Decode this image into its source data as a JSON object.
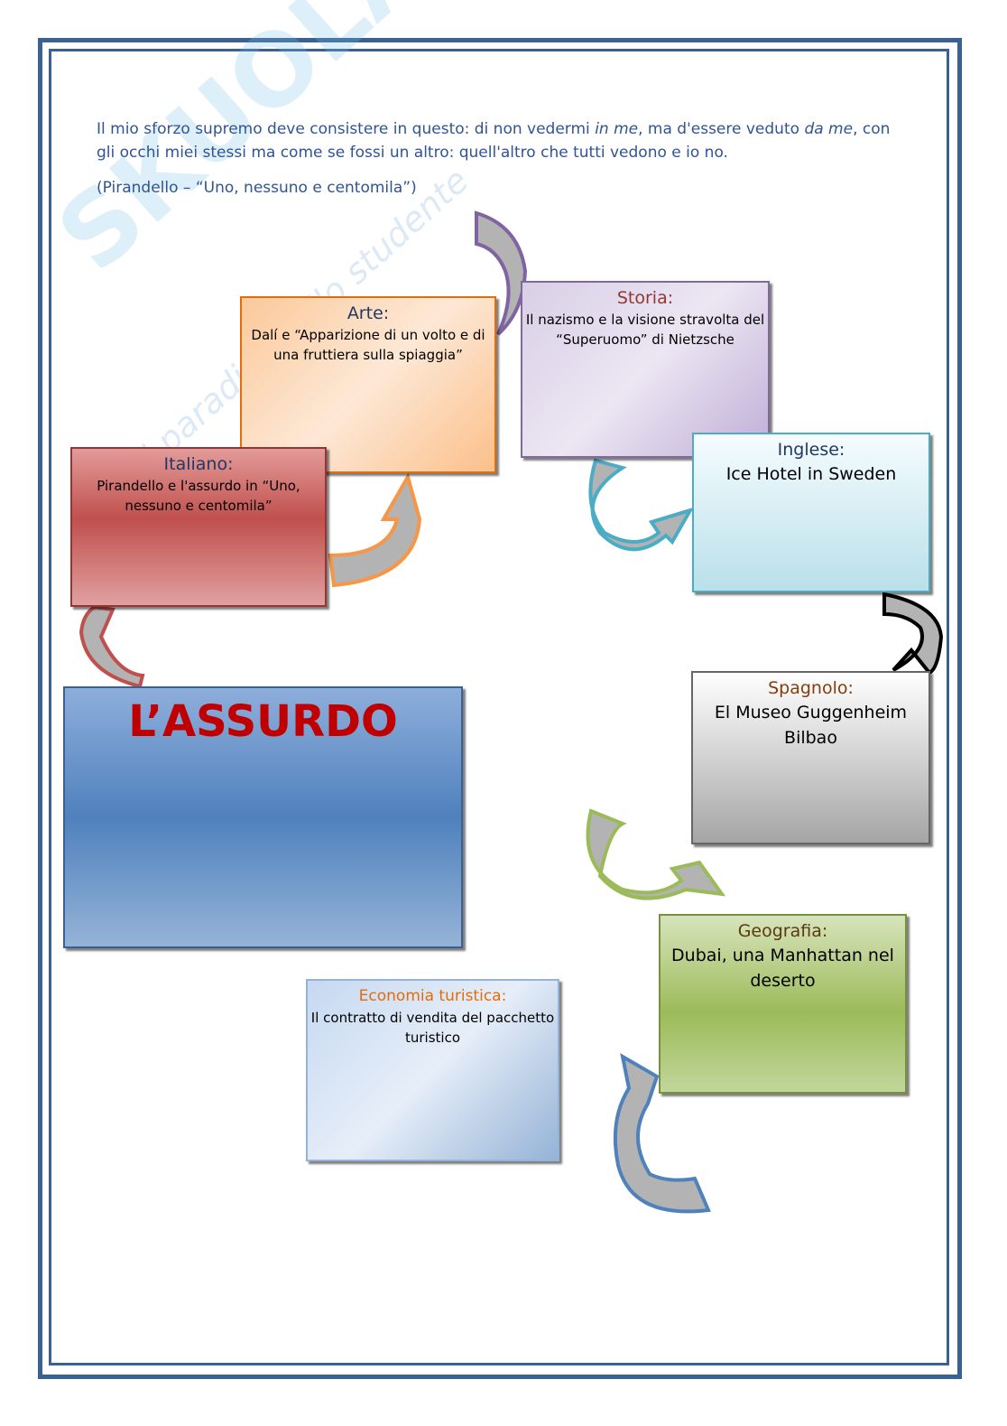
{
  "watermark": {
    "logo": "Skuola.net",
    "tagline": "il paradiso dello studente"
  },
  "quote": {
    "part1": "Il mio sforzo supremo deve consistere in questo: di non vedermi ",
    "em1": "in me",
    "part2": ", ma d'essere veduto ",
    "em2": "da me",
    "part3": ", con gli occhi miei stessi ma come se fossi un altro: quell'altro che tutti vedono e io no.",
    "citation": "(Pirandello – “Uno, nessuno e centomila”)"
  },
  "center": {
    "title": "L’ASSURDO"
  },
  "boxes": {
    "arte": {
      "title": "Arte:",
      "text": "Dalí e “Apparizione di un volto e di una fruttiera sulla spiaggia”"
    },
    "storia": {
      "title": "Storia:",
      "text": "Il nazismo e la visione stravolta del “Superuomo” di Nietzsche"
    },
    "italiano": {
      "title": "Italiano:",
      "text": "Pirandello e l'assurdo in “Uno, nessuno e centomila”"
    },
    "inglese": {
      "title": "Inglese:",
      "text": "Ice Hotel in Sweden"
    },
    "spagnolo": {
      "title": "Spagnolo:",
      "text": "El Museo Guggenheim Bilbao"
    },
    "geografia": {
      "title": "Geografia:",
      "text": "Dubai, una Manhattan nel deserto"
    },
    "economia": {
      "title": "Economia turistica:",
      "text": "Il contratto di vendita del pacchetto turistico"
    }
  }
}
